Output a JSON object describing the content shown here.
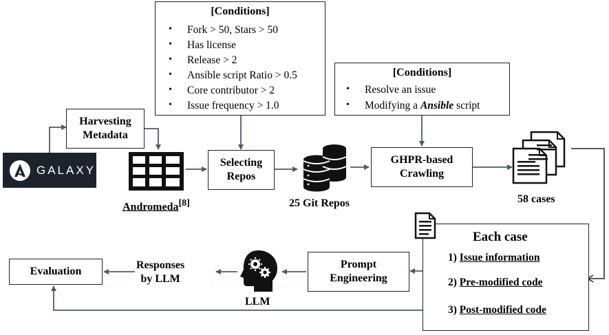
{
  "galaxy": {
    "text": "GALAXY"
  },
  "harvesting": {
    "line1": "Harvesting",
    "line2": "Metadata"
  },
  "andromeda": {
    "label": "Andromeda",
    "ref": "[8]"
  },
  "selecting": {
    "line1": "Selecting",
    "line2": "Repos"
  },
  "repos": {
    "label": "25 Git Repos"
  },
  "conditions1": {
    "title": "[Conditions]",
    "items": [
      "Fork > 50, Stars > 50",
      "Has license",
      "Release > 2",
      "Ansible script Ratio > 0.5",
      "Core contributor > 2",
      "Issue frequency > 1.0"
    ]
  },
  "conditions2": {
    "title": "[Conditions]",
    "item1": "Resolve an issue",
    "item2_prefix": "Modifying a ",
    "item2_em": "Ansible",
    "item2_suffix": " script"
  },
  "ghpr": {
    "line1": "GHPR-based",
    "line2": "Crawling"
  },
  "cases": {
    "label": "58 cases"
  },
  "each_case": {
    "title": "Each case",
    "item1_num": "1)",
    "item1": "Issue information",
    "item2_num": "2)",
    "item2": "Pre-modified code",
    "item3_num": "3)",
    "item3": "Post-modified code"
  },
  "prompt": {
    "line1": "Prompt",
    "line2": "Engineering"
  },
  "llm": {
    "label": "LLM"
  },
  "responses": {
    "line1": "Responses",
    "line2": "by LLM"
  },
  "evaluation": {
    "label": "Evaluation"
  },
  "colors": {
    "arrow": "#4a5a74",
    "galaxy_bg": "#1d232c",
    "line": "#222222"
  }
}
